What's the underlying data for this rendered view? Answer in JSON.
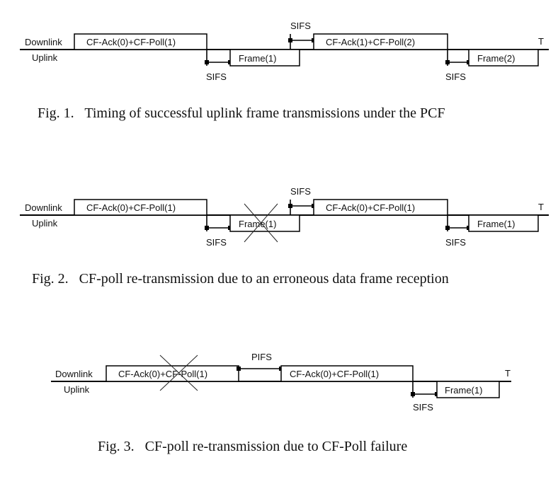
{
  "labels": {
    "downlink": "Downlink",
    "uplink": "Uplink",
    "time": "T"
  },
  "fig1": {
    "caption": "Fig. 1.   Timing of successful uplink frame transmissions under the PCF",
    "down1": "CF-Ack(0)+CF-Poll(1)",
    "up1": "Frame(1)",
    "down2": "CF-Ack(1)+CF-Poll(2)",
    "up2": "Frame(2)",
    "sifs": "SIFS"
  },
  "fig2": {
    "caption": "Fig. 2.   CF-poll re-transmission due to an erroneous data frame reception",
    "down1": "CF-Ack(0)+CF-Poll(1)",
    "up1": "Frame(1)",
    "down2": "CF-Ack(0)+CF-Poll(1)",
    "up2": "Frame(1)",
    "sifs": "SIFS"
  },
  "fig3": {
    "caption": "Fig. 3.   CF-poll re-transmission due to CF-Poll failure",
    "down1": "CF-Ack(0)+CF-Poll(1)",
    "down2": "CF-Ack(0)+CF-Poll(1)",
    "up1": "Frame(1)",
    "pifs": "PIFS",
    "sifs": "SIFS"
  }
}
